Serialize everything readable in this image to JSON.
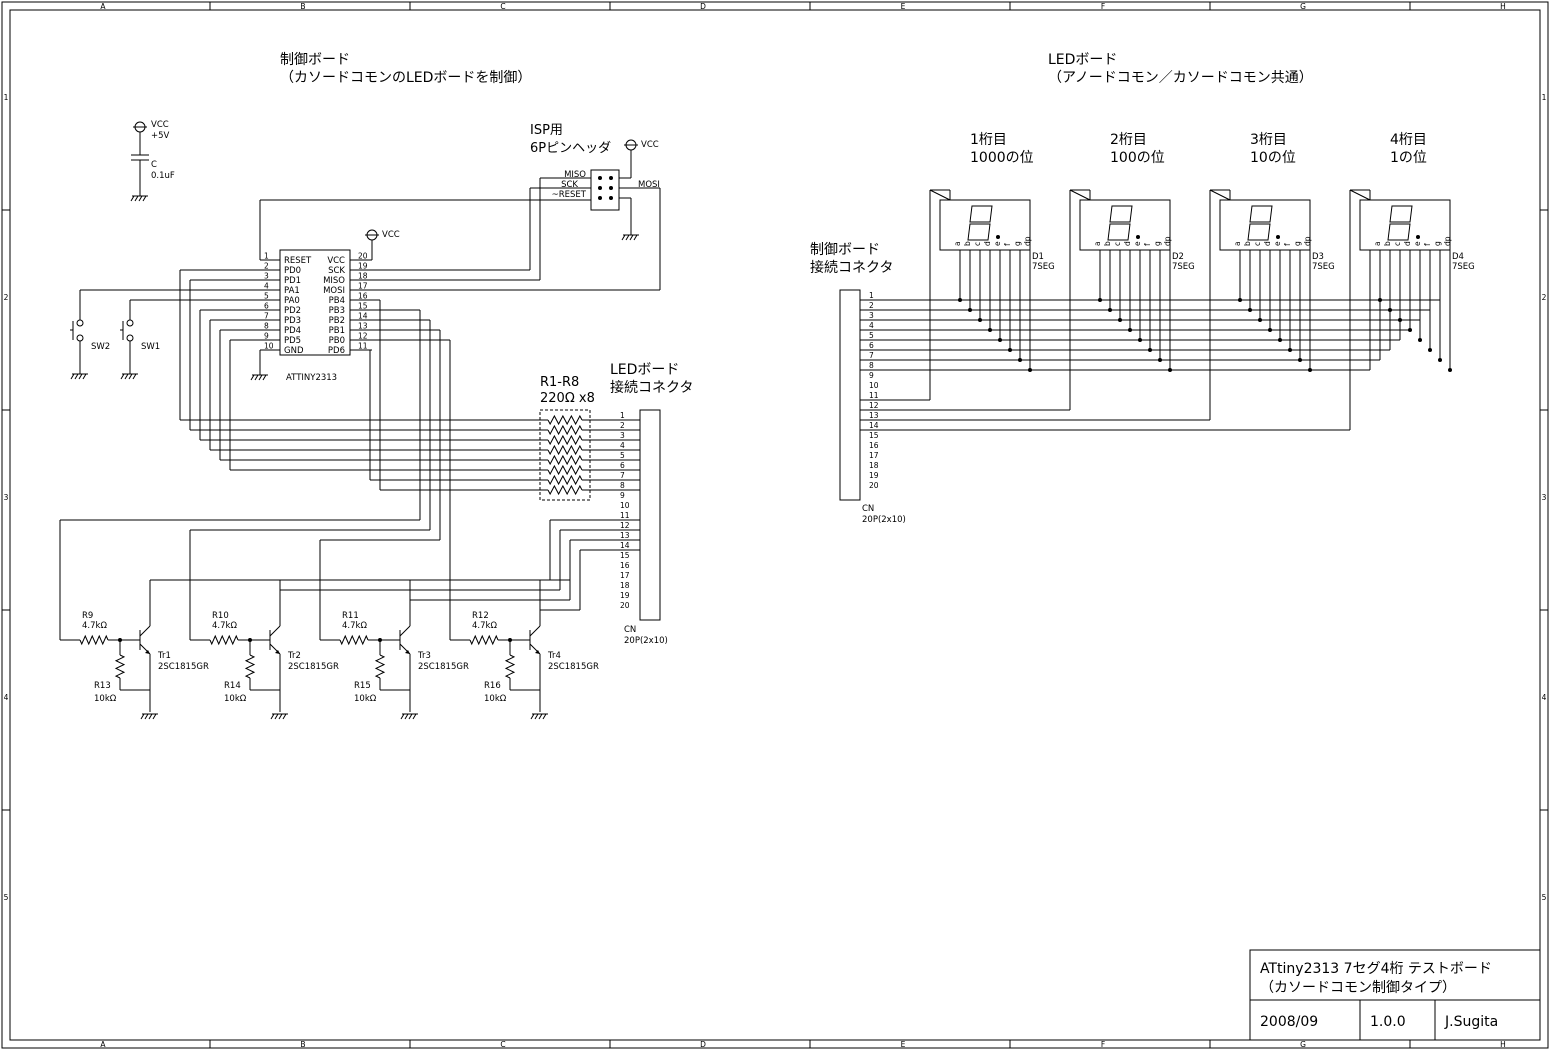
{
  "frame": {
    "columns": [
      "A",
      "B",
      "C",
      "D",
      "E",
      "F",
      "G",
      "H"
    ],
    "rows": [
      "1",
      "2",
      "3",
      "4",
      "5"
    ]
  },
  "control_board": {
    "title_line1": "制御ボード",
    "title_line2": "（カソードコモンのLEDボードを制御）",
    "power": {
      "vcc": "VCC",
      "voltage": "+5V",
      "cap_ref": "C",
      "cap_val": "0.1uF"
    },
    "isp": {
      "title_line1": "ISP用",
      "title_line2": "6Pピンヘッダ",
      "vcc": "VCC",
      "pins": [
        "MISO",
        "SCK",
        "~RESET"
      ],
      "mosi": "MOSI"
    },
    "mcu": {
      "name": "ATTINY2313",
      "vcc_label": "VCC",
      "left_pins": [
        {
          "num": "1",
          "name": "RESET"
        },
        {
          "num": "2",
          "name": "PD0"
        },
        {
          "num": "3",
          "name": "PD1"
        },
        {
          "num": "4",
          "name": "PA1"
        },
        {
          "num": "5",
          "name": "PA0"
        },
        {
          "num": "6",
          "name": "PD2"
        },
        {
          "num": "7",
          "name": "PD3"
        },
        {
          "num": "8",
          "name": "PD4"
        },
        {
          "num": "9",
          "name": "PD5"
        },
        {
          "num": "10",
          "name": "GND"
        }
      ],
      "right_pins": [
        {
          "num": "20",
          "name": "VCC"
        },
        {
          "num": "19",
          "name": "SCK"
        },
        {
          "num": "18",
          "name": "MISO"
        },
        {
          "num": "17",
          "name": "MOSI"
        },
        {
          "num": "16",
          "name": "PB4"
        },
        {
          "num": "15",
          "name": "PB3"
        },
        {
          "num": "14",
          "name": "PB2"
        },
        {
          "num": "13",
          "name": "PB1"
        },
        {
          "num": "12",
          "name": "PB0"
        },
        {
          "num": "11",
          "name": "PD6"
        }
      ]
    },
    "switches": [
      "SW2",
      "SW1"
    ],
    "resistor_array": {
      "ref": "R1-R8",
      "value": "220Ω x8"
    },
    "connector": {
      "title_line1": "LEDボード",
      "title_line2": "接続コネクタ",
      "ref": "CN",
      "type": "20P(2x10)",
      "pins": [
        "1",
        "2",
        "3",
        "4",
        "5",
        "6",
        "7",
        "8",
        "9",
        "10",
        "11",
        "12",
        "13",
        "14",
        "15",
        "16",
        "17",
        "18",
        "19",
        "20"
      ]
    },
    "transistors": [
      {
        "rb": "R9",
        "rb_val": "4.7kΩ",
        "re": "R13",
        "re_val": "10kΩ",
        "tr": "Tr1",
        "part": "2SC1815GR"
      },
      {
        "rb": "R10",
        "rb_val": "4.7kΩ",
        "re": "R14",
        "re_val": "10kΩ",
        "tr": "Tr2",
        "part": "2SC1815GR"
      },
      {
        "rb": "R11",
        "rb_val": "4.7kΩ",
        "re": "R15",
        "re_val": "10kΩ",
        "tr": "Tr3",
        "part": "2SC1815GR"
      },
      {
        "rb": "R12",
        "rb_val": "4.7kΩ",
        "re": "R16",
        "re_val": "10kΩ",
        "tr": "Tr4",
        "part": "2SC1815GR"
      }
    ]
  },
  "led_board": {
    "title_line1": "LEDボード",
    "title_line2": "（アノードコモン／カソードコモン共通）",
    "connector": {
      "title_line1": "制御ボード",
      "title_line2": "接続コネクタ",
      "ref": "CN",
      "type": "20P(2x10)",
      "pins": [
        "1",
        "2",
        "3",
        "4",
        "5",
        "6",
        "7",
        "8",
        "9",
        "10",
        "11",
        "12",
        "13",
        "14",
        "15",
        "16",
        "17",
        "18",
        "19",
        "20"
      ]
    },
    "segment_pins": [
      "a",
      "b",
      "c",
      "d",
      "e",
      "f",
      "g",
      "dp"
    ],
    "digits": [
      {
        "label_line1": "1桁目",
        "label_line2": "1000の位",
        "ref": "D1",
        "type": "7SEG"
      },
      {
        "label_line1": "2桁目",
        "label_line2": "100の位",
        "ref": "D2",
        "type": "7SEG"
      },
      {
        "label_line1": "3桁目",
        "label_line2": "10の位",
        "ref": "D3",
        "type": "7SEG"
      },
      {
        "label_line1": "4桁目",
        "label_line2": "1の位",
        "ref": "D4",
        "type": "7SEG"
      }
    ]
  },
  "title_block": {
    "title_line1": "ATtiny2313 7セグ4桁 テストボード",
    "title_line2": "（カソードコモン制御タイプ）",
    "date": "2008/09",
    "version": "1.0.0",
    "author": "J.Sugita"
  }
}
